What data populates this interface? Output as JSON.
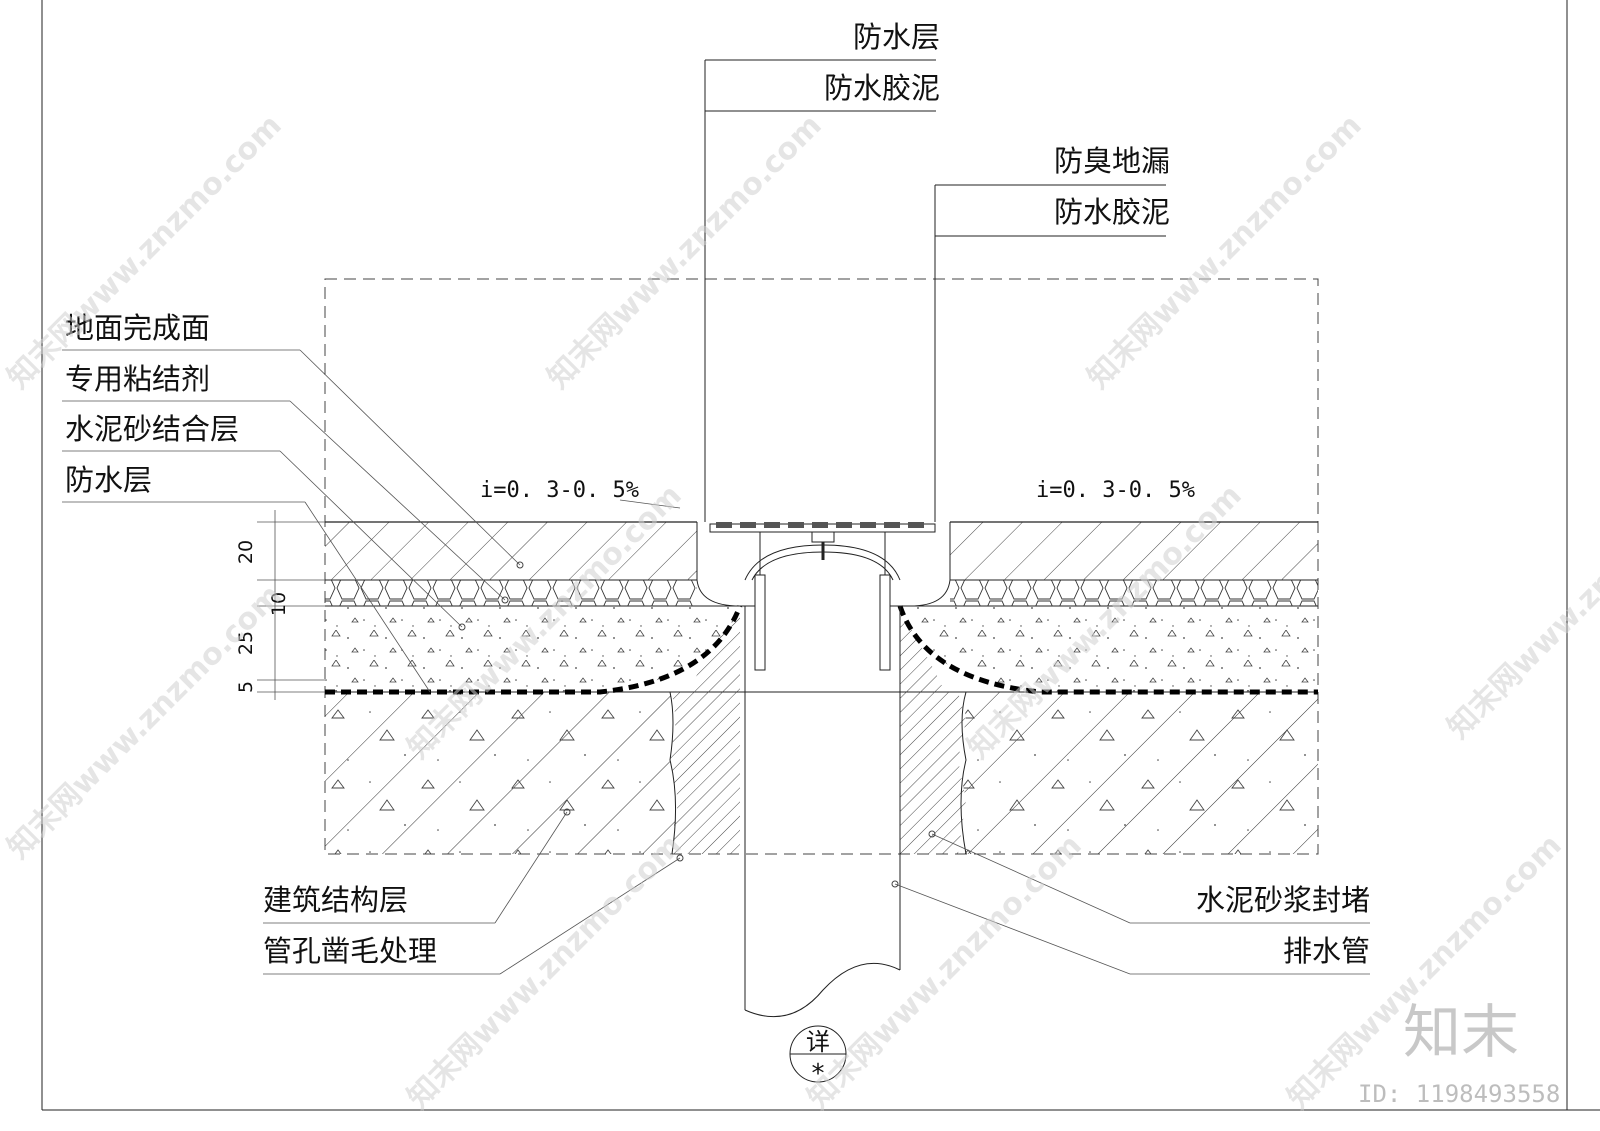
{
  "labels": {
    "top_waterproof_layer": "防水层",
    "top_waterproof_mastic": "防水胶泥",
    "odor_proof_drain": "防臭地漏",
    "drain_waterproof_mastic": "防水胶泥",
    "floor_finish": "地面完成面",
    "special_adhesive": "专用粘结剂",
    "cement_mortar_bond": "水泥砂结合层",
    "waterproof_layer": "防水层",
    "structural_layer": "建筑结构层",
    "pipe_hole_roughen": "管孔凿毛处理",
    "cement_mortar_seal": "水泥砂浆封堵",
    "drain_pipe": "排水管"
  },
  "slopes": {
    "left": "i=0. 3-0. 5%",
    "right": "i=0. 3-0. 5%"
  },
  "dimensions": [
    "20",
    "10",
    "25",
    "5"
  ],
  "detail_mark": {
    "top": "详",
    "bottom": "*"
  },
  "watermark": {
    "text": "知末网www.znzmo.com",
    "brand": "知末",
    "id": "ID: 1198493558"
  },
  "colors": {
    "line": "#222222",
    "waterproof": "#000000",
    "watermark": "#cccccc"
  }
}
